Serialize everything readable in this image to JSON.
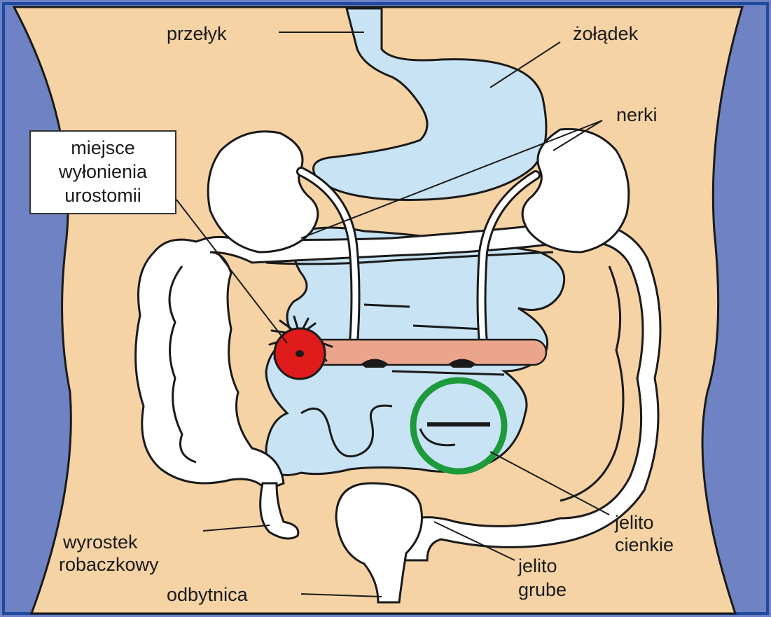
{
  "colors": {
    "background_side": "#6f82c3",
    "frame_border": "#1e4aa0",
    "skin": "#f5d3a5",
    "organ_blue": "#c8e3f3",
    "organ_white": "#ffffff",
    "outline": "#1a1a1a",
    "stoma_red": "#e01b1b",
    "conduit_pink": "#eba58c",
    "marker_green": "#1d9a3b"
  },
  "labels": {
    "przelyk": "przełyk",
    "zoladek": "żołądek",
    "nerki": "nerki",
    "stoma_site": [
      "miejsce",
      "wyłonienia",
      "urostomii"
    ],
    "wyrostek": [
      "wyrostek",
      "robaczkowy"
    ],
    "odbytnica": "odbytnica",
    "jelito_grube": [
      "jelito",
      "grube"
    ],
    "jelito_cienkie": [
      "jelito",
      "cienkie"
    ]
  },
  "icons": {
    "stoma": "stoma-icon",
    "marker": "green-circle-icon"
  }
}
